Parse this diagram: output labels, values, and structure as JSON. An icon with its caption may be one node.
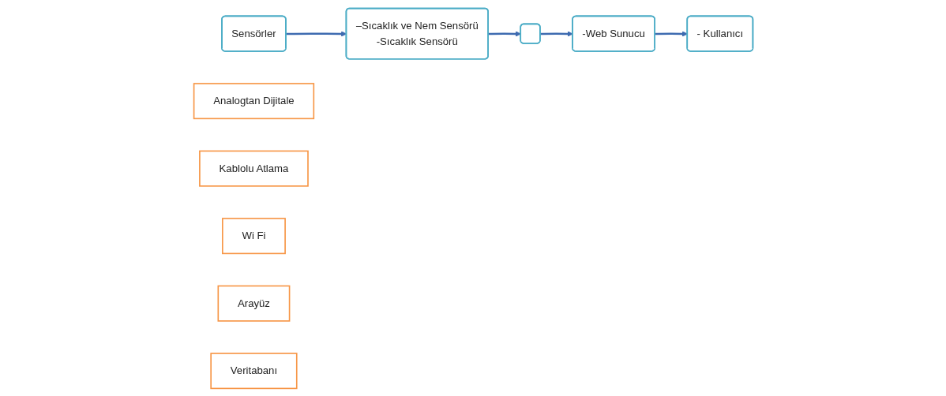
{
  "diagram": {
    "nodes": [
      {
        "text": [
          "Sensörler"
        ]
      },
      {
        "text": [
          "Analogtan Dijitale"
        ]
      },
      {
        "text": [
          "–Sıcaklık ve Nem Sensörü",
          "-Sıcaklık Sensörü"
        ]
      },
      {
        "text": [
          "Kablolu Atlama"
        ]
      },
      {
        "text": [],
        "shape": "box"
      },
      {
        "text": [
          "Wi Fi"
        ]
      },
      {
        "text": [
          "-Web Sunucu"
        ]
      },
      {
        "text": [
          "Arayüz"
        ]
      },
      {
        "text": [
          "- Kullanıcı"
        ]
      },
      {
        "text": [
          "Veritabanı"
        ]
      }
    ],
    "edges": [
      {
        "from": 0,
        "to": 2,
        "arrow": "to"
      },
      {
        "from": 2,
        "to": 4,
        "arrow": "to"
      },
      {
        "from": 4,
        "to": 6,
        "arrow": "to"
      },
      {
        "from": 6,
        "to": 8,
        "arrow": "to"
      }
    ]
  }
}
